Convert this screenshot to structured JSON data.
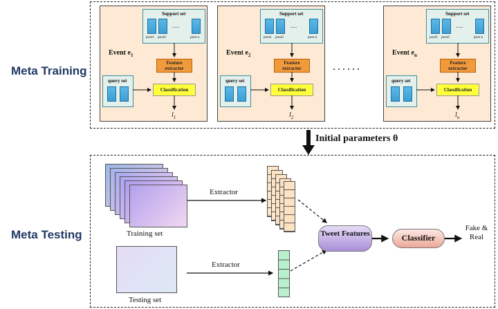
{
  "labels": {
    "meta_training": "Meta Training",
    "meta_testing": "Meta Testing",
    "initial_parameters": "Initial parameters θ",
    "ellipsis": "· · · · · ·"
  },
  "events": [
    {
      "label": "Event e",
      "sub": "1",
      "loss": "l",
      "loss_sub": "1"
    },
    {
      "label": "Event e",
      "sub": "2",
      "loss": "l",
      "loss_sub": "2"
    },
    {
      "label": "Event e",
      "sub": "n",
      "loss": "l",
      "loss_sub": "n"
    }
  ],
  "event_box": {
    "support_set": "Support set",
    "posts": [
      "post1",
      "post2",
      "......",
      "post n"
    ],
    "feature_extractor": "Feature extractor",
    "query_set": "query set",
    "classification": "Classification"
  },
  "testing": {
    "training_set": "Training set",
    "testing_set": "Testing set",
    "extractor_top": "Extractor",
    "extractor_bottom": "Extractor",
    "tweet_features": "Tweet Features",
    "classifier": "Classifier",
    "output": "Fake & Real"
  },
  "colors": {
    "event_bg": "#fde9d4",
    "support_bg": "#e3f0ec",
    "feature_extractor": "#f19a3c",
    "classification": "#ffff3c",
    "tweet_features": "#c9b8e8",
    "classifier": "#f4c2b8",
    "label_blue": "#1f3864"
  }
}
